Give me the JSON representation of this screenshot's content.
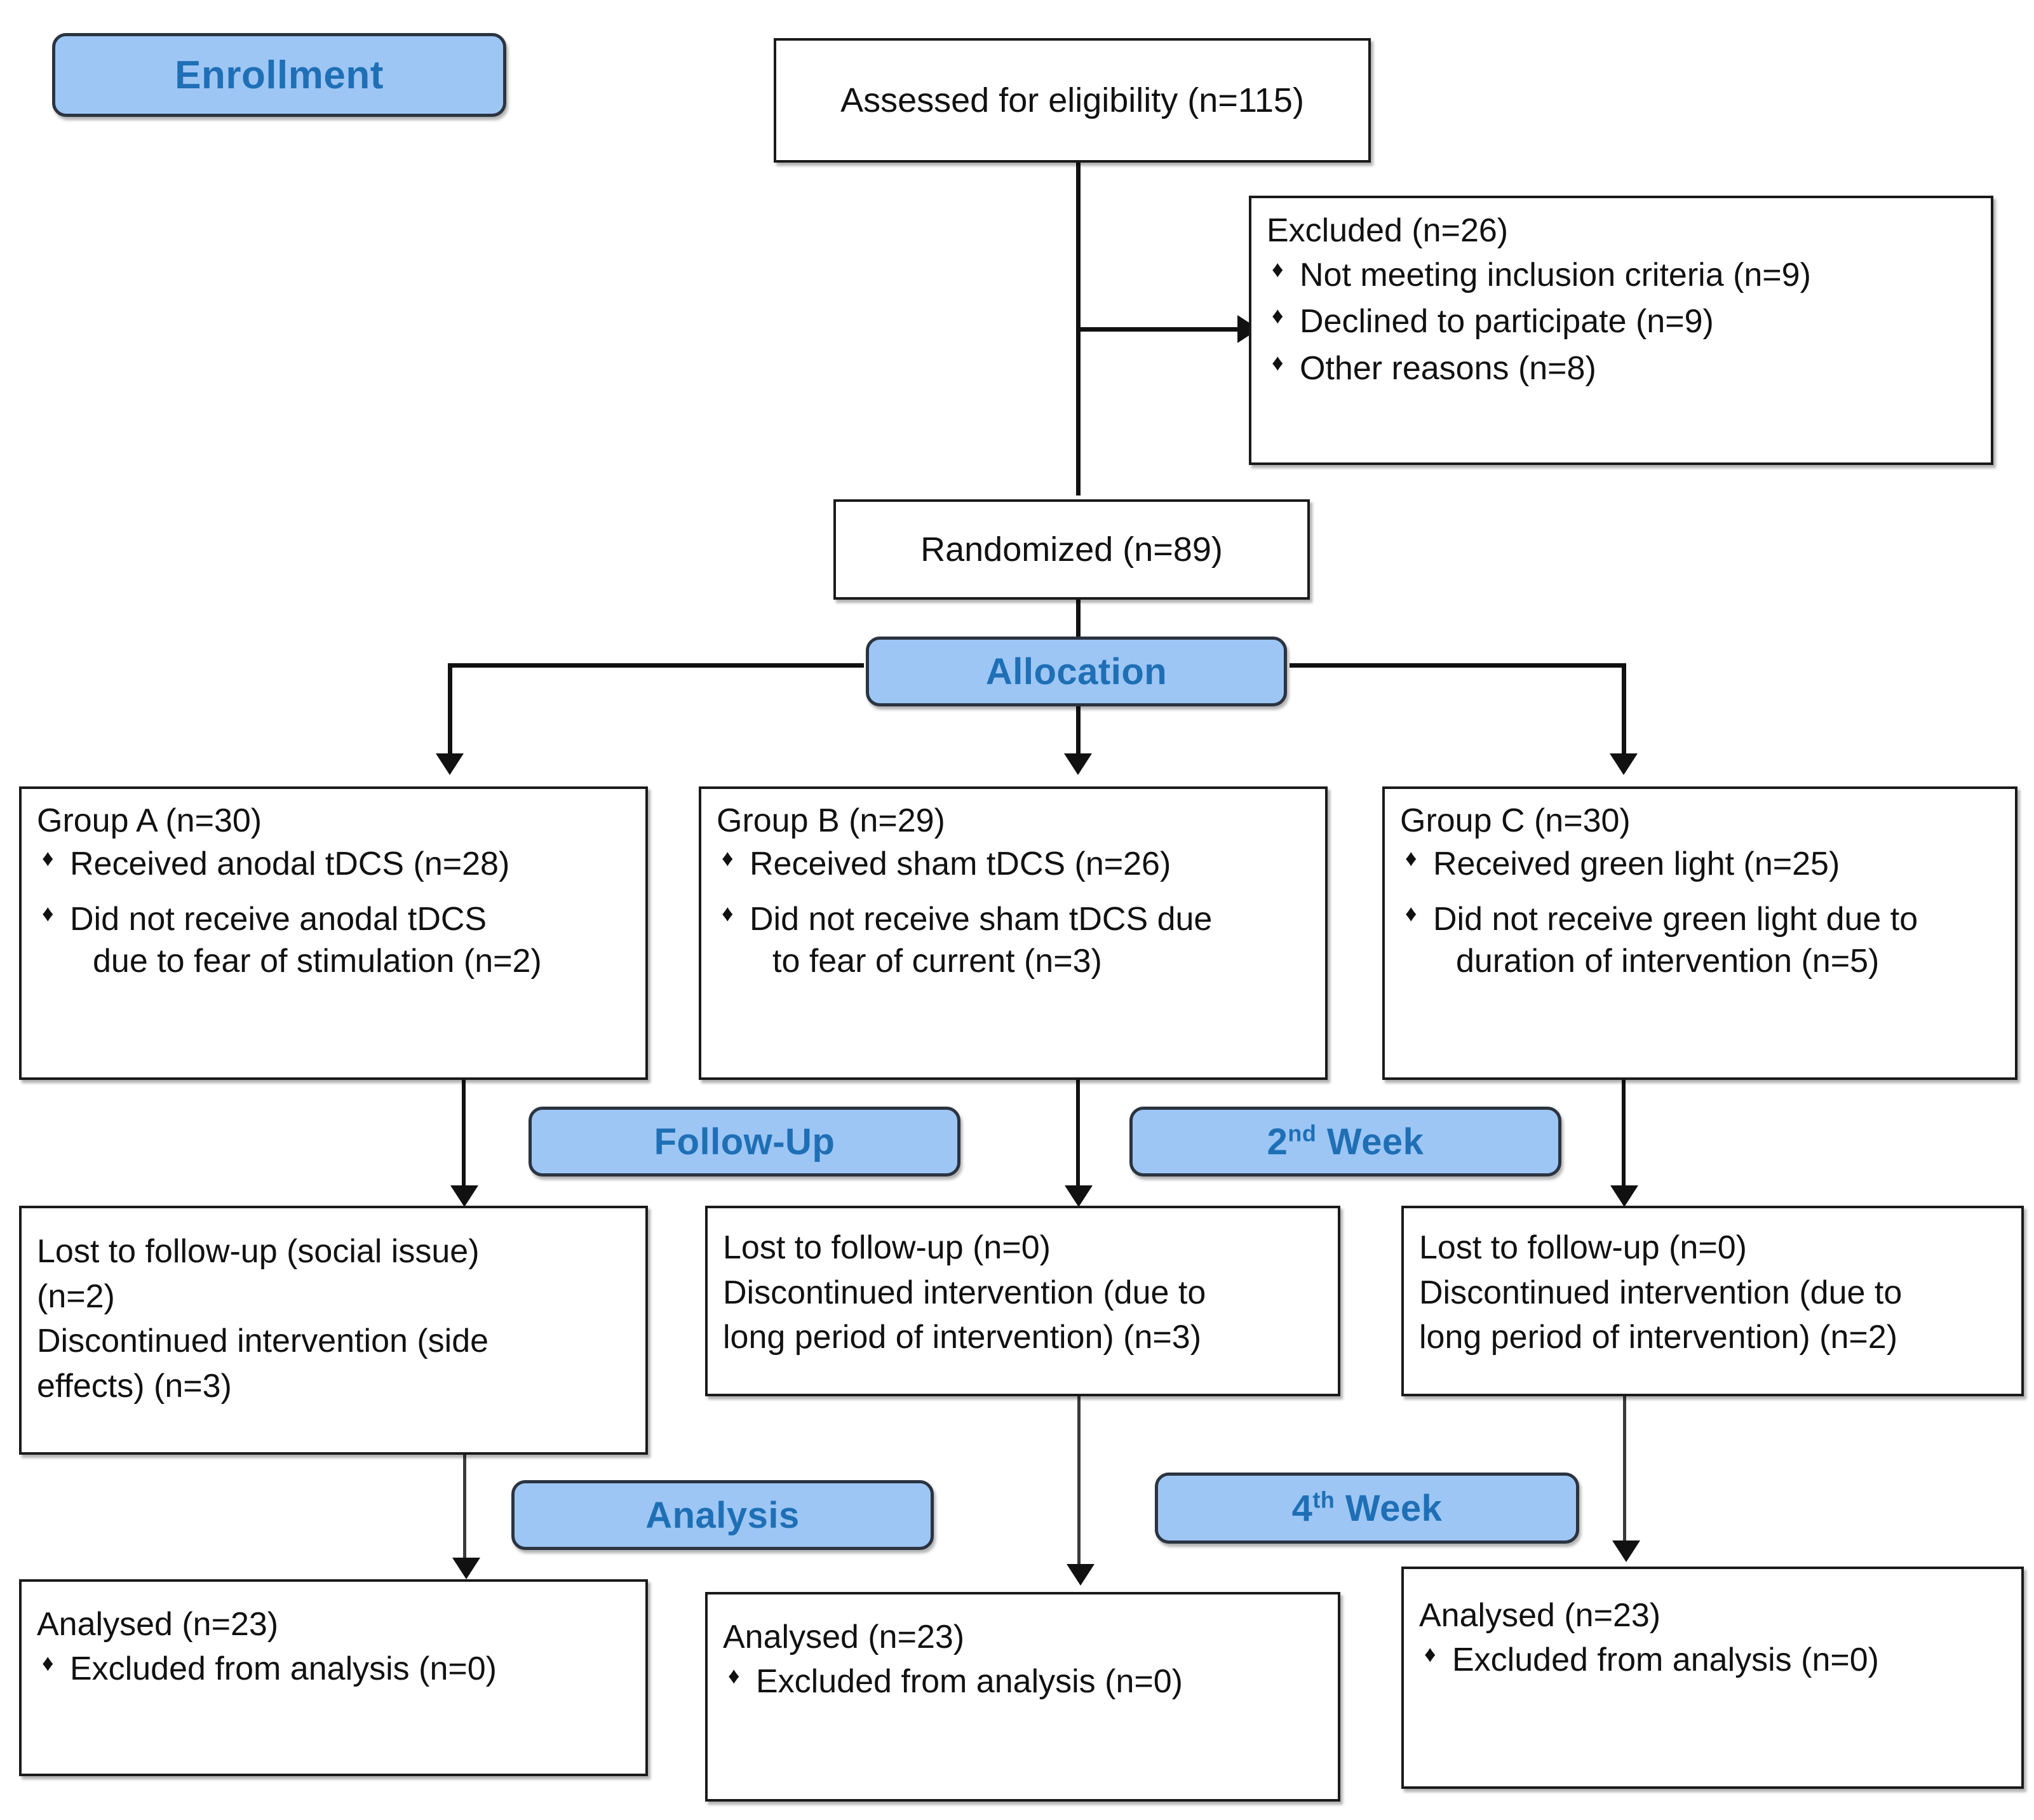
{
  "diagram": {
    "title": "CONSORT participant flow diagram",
    "accent_blue": "#9DC6F5",
    "accent_text": "#1F6FB5",
    "border_color": "#1a1a1a",
    "bullet_glyph": "♦"
  },
  "stage_labels": {
    "enrollment": "Enrollment",
    "allocation": "Allocation",
    "follow_up": "Follow-Up",
    "week2_prefix": "2",
    "week2_sup": "nd",
    "week2_suffix": " Week",
    "analysis": "Analysis",
    "week4_prefix": "4",
    "week4_sup": "th",
    "week4_suffix": " Week"
  },
  "enrollment": {
    "assessed": "Assessed for eligibility (n=115)",
    "excluded_title": "Excluded (n=26)",
    "excluded_reasons": [
      "Not meeting inclusion criteria (n=9)",
      "Declined to participate (n=9)",
      "Other reasons (n=8)"
    ],
    "randomized": "Randomized (n=89)"
  },
  "allocation": {
    "groups": [
      {
        "title": "Group A (n=30)",
        "items": [
          {
            "first": "Received anodal tDCS (n=28)",
            "second": ""
          },
          {
            "first": "Did not receive anodal tDCS",
            "second": "due to fear of stimulation (n=2)"
          }
        ]
      },
      {
        "title": "Group B (n=29)",
        "items": [
          {
            "first": "Received sham tDCS (n=26)",
            "second": ""
          },
          {
            "first": "Did not receive sham tDCS due",
            "second": "to fear of current (n=3)"
          }
        ]
      },
      {
        "title": "Group C (n=30)",
        "items": [
          {
            "first": "Received green light (n=25)",
            "second": ""
          },
          {
            "first": "Did not receive green light due to",
            "second": "duration of intervention (n=5)"
          }
        ]
      }
    ]
  },
  "followup": {
    "columns": [
      {
        "lines": [
          "Lost to follow-up (social issue)",
          "(n=2)",
          "Discontinued intervention (side",
          "effects) (n=3)"
        ]
      },
      {
        "lines": [
          "Lost to follow-up (n=0)",
          "Discontinued intervention (due to",
          "long period of intervention) (n=3)"
        ]
      },
      {
        "lines": [
          "Lost to follow-up (n=0)",
          "Discontinued intervention (due to",
          "long period of intervention) (n=2)"
        ]
      }
    ]
  },
  "analysis": {
    "columns": [
      {
        "title": "Analysed (n=23)",
        "bullet": "Excluded from analysis (n=0)"
      },
      {
        "title": "Analysed (n=23)",
        "bullet": "Excluded from analysis (n=0)"
      },
      {
        "title": "Analysed (n=23)",
        "bullet": "Excluded from analysis (n=0)"
      }
    ]
  }
}
